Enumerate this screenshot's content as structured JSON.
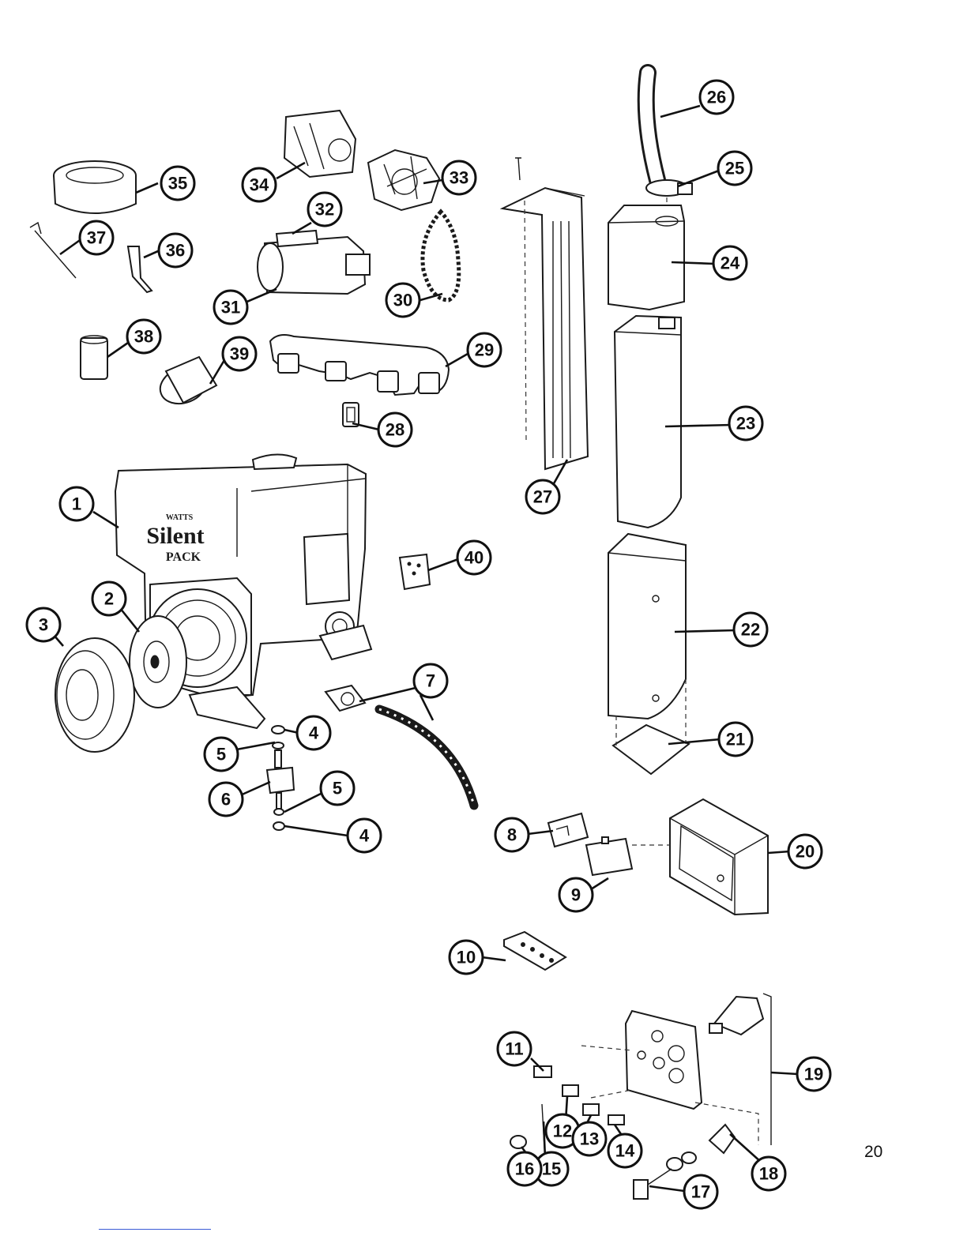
{
  "diagram": {
    "callouts": [
      "1",
      "2",
      "3",
      "4",
      "4",
      "5",
      "5",
      "6",
      "7",
      "8",
      "9",
      "10",
      "11",
      "12",
      "13",
      "14",
      "15",
      "16",
      "17",
      "18",
      "19",
      "20",
      "21",
      "22",
      "23",
      "24",
      "25",
      "26",
      "27",
      "28",
      "29",
      "30",
      "31",
      "32",
      "33",
      "34",
      "35",
      "36",
      "37",
      "38",
      "39",
      "40"
    ],
    "engine_brand": {
      "badge": "WATTS",
      "name": "Silent",
      "subname": "PACK"
    }
  },
  "page_number": "20"
}
